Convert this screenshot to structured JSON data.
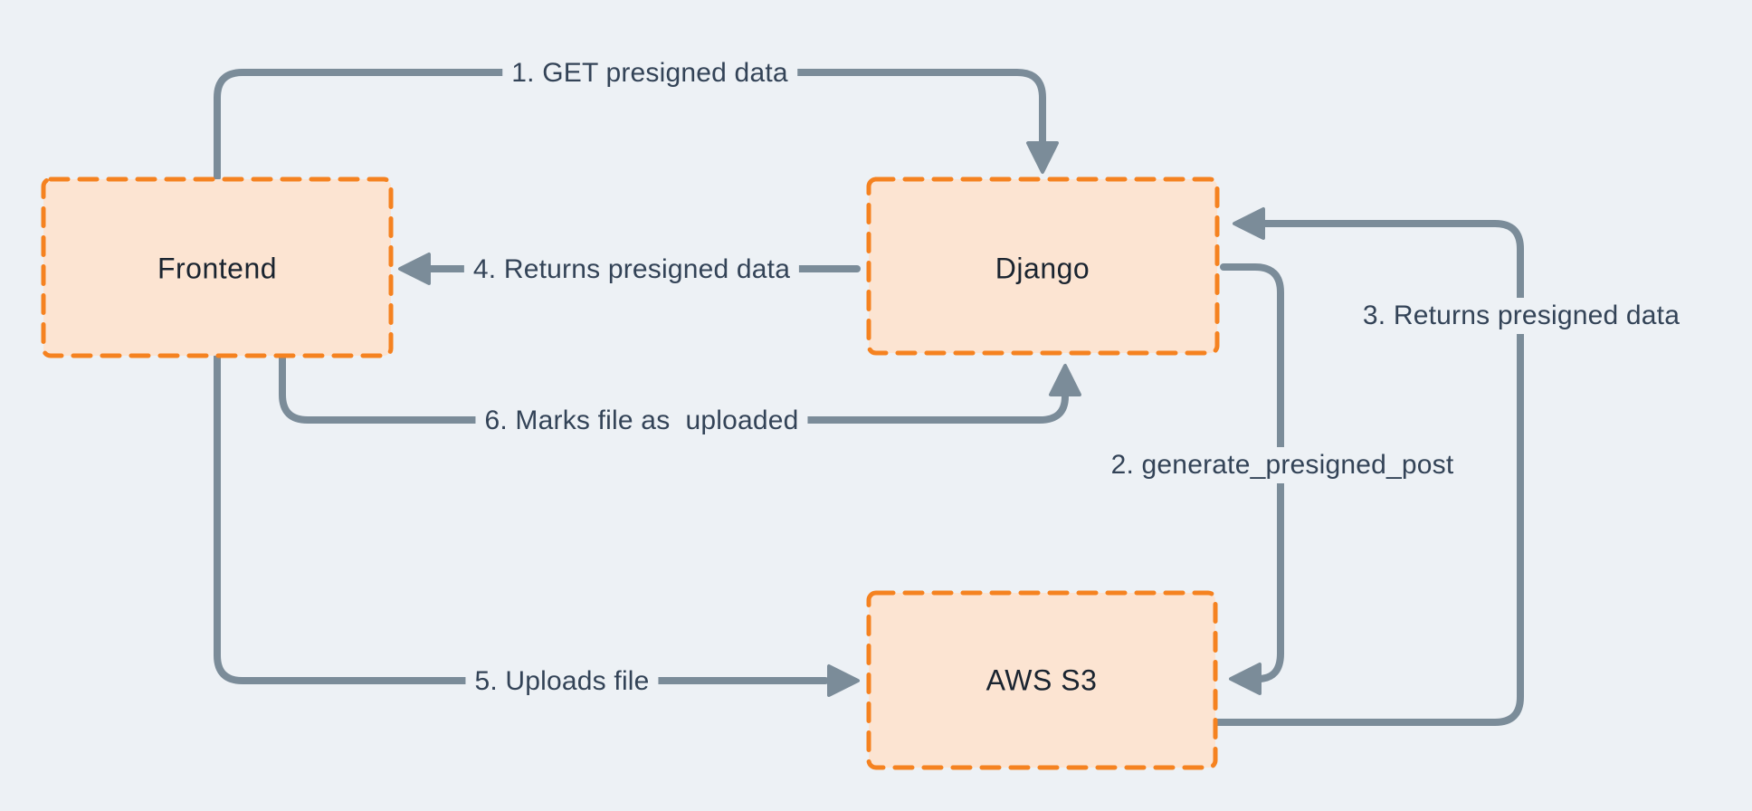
{
  "diagram": {
    "type": "flow-diagram",
    "description": "Presigned upload flow between Frontend, Django and AWS S3",
    "colors": {
      "background": "#edf1f5",
      "node_fill": "#fce4d2",
      "node_border": "#f58220",
      "node_text": "#1a2430",
      "edge_line": "#7b8c99",
      "edge_text": "#334357"
    },
    "nodes": [
      {
        "id": "frontend",
        "label": "Frontend"
      },
      {
        "id": "django",
        "label": "Django"
      },
      {
        "id": "aws-s3",
        "label": "AWS S3"
      }
    ],
    "edges": [
      {
        "step": 1,
        "label": "1. GET presigned data",
        "from": "Frontend",
        "to": "Django"
      },
      {
        "step": 2,
        "label": "2. generate_presigned_post",
        "from": "Django",
        "to": "AWS S3"
      },
      {
        "step": 3,
        "label": "3. Returns presigned data",
        "from": "AWS S3",
        "to": "Django"
      },
      {
        "step": 4,
        "label": "4. Returns presigned data",
        "from": "Django",
        "to": "Frontend"
      },
      {
        "step": 5,
        "label": "5. Uploads file",
        "from": "Frontend",
        "to": "AWS S3"
      },
      {
        "step": 6,
        "label": "6. Marks file as  uploaded",
        "from": "Frontend",
        "to": "Django"
      }
    ]
  }
}
